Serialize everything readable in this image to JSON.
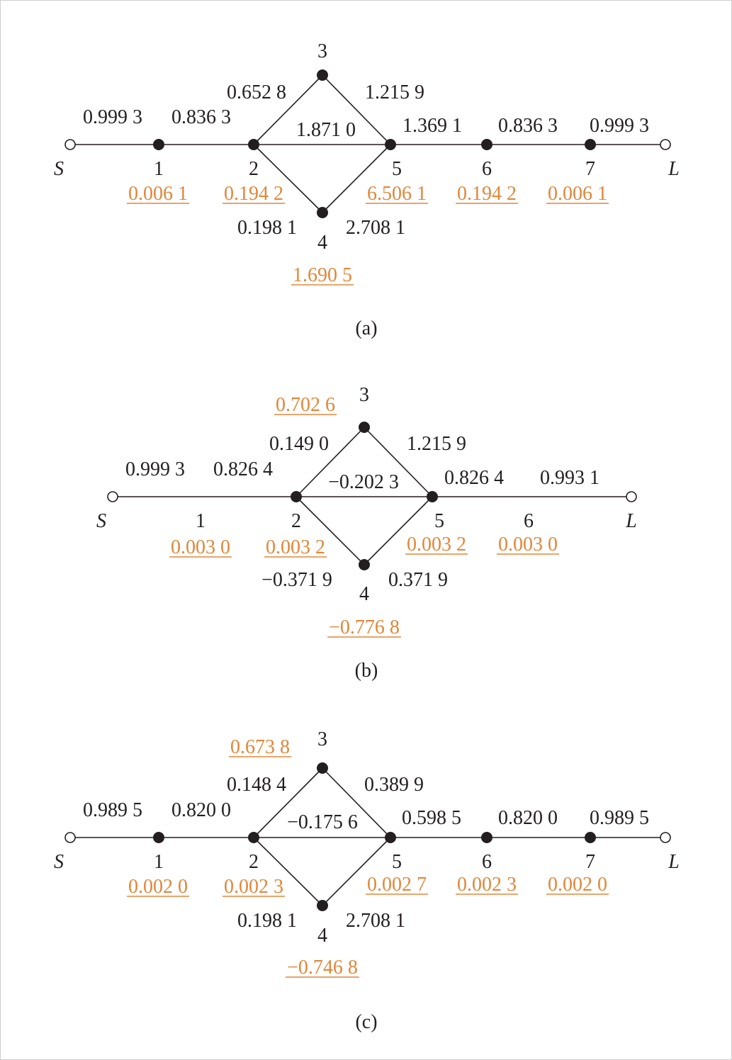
{
  "colors": {
    "text": "#231f20",
    "highlight": "#e0873a"
  },
  "diagrams": [
    {
      "caption": "(a)",
      "node_labels": [
        "S",
        "1",
        "2",
        "3",
        "4",
        "5",
        "6",
        "7",
        "L"
      ],
      "edge_values": [
        "0.999 3",
        "0.836 3",
        "0.652 8",
        "1.215 9",
        "1.871 0",
        "1.369 1",
        "0.836 3",
        "0.999 3",
        "0.198 1",
        "2.708 1"
      ],
      "highlighted_values": [
        "0.006 1",
        "0.194 2",
        "6.506 1",
        "0.194 2",
        "0.006 1",
        "1.690 5"
      ]
    },
    {
      "caption": "(b)",
      "node_labels": [
        "S",
        "1",
        "2",
        "3",
        "4",
        "5",
        "6",
        "L"
      ],
      "edge_values": [
        "0.999 3",
        "0.826 4",
        "0.149 0",
        "1.215 9",
        "−0.202 3",
        "0.826 4",
        "0.993 1",
        "−0.371 9",
        "0.371 9"
      ],
      "highlighted_values": [
        "0.702 6",
        "0.003 0",
        "0.003 2",
        "0.003 2",
        "0.003 0",
        "−0.776 8"
      ]
    },
    {
      "caption": "(c)",
      "node_labels": [
        "S",
        "1",
        "2",
        "3",
        "4",
        "5",
        "6",
        "7",
        "L"
      ],
      "edge_values": [
        "0.989 5",
        "0.820 0",
        "0.148 4",
        "0.389 9",
        "−0.175 6",
        "0.598 5",
        "0.820 0",
        "0.989 5",
        "0.198 1",
        "2.708 1"
      ],
      "highlighted_values": [
        "0.673 8",
        "0.002 0",
        "0.002 3",
        "0.002 7",
        "0.002 3",
        "0.002 0",
        "−0.746 8"
      ]
    }
  ]
}
